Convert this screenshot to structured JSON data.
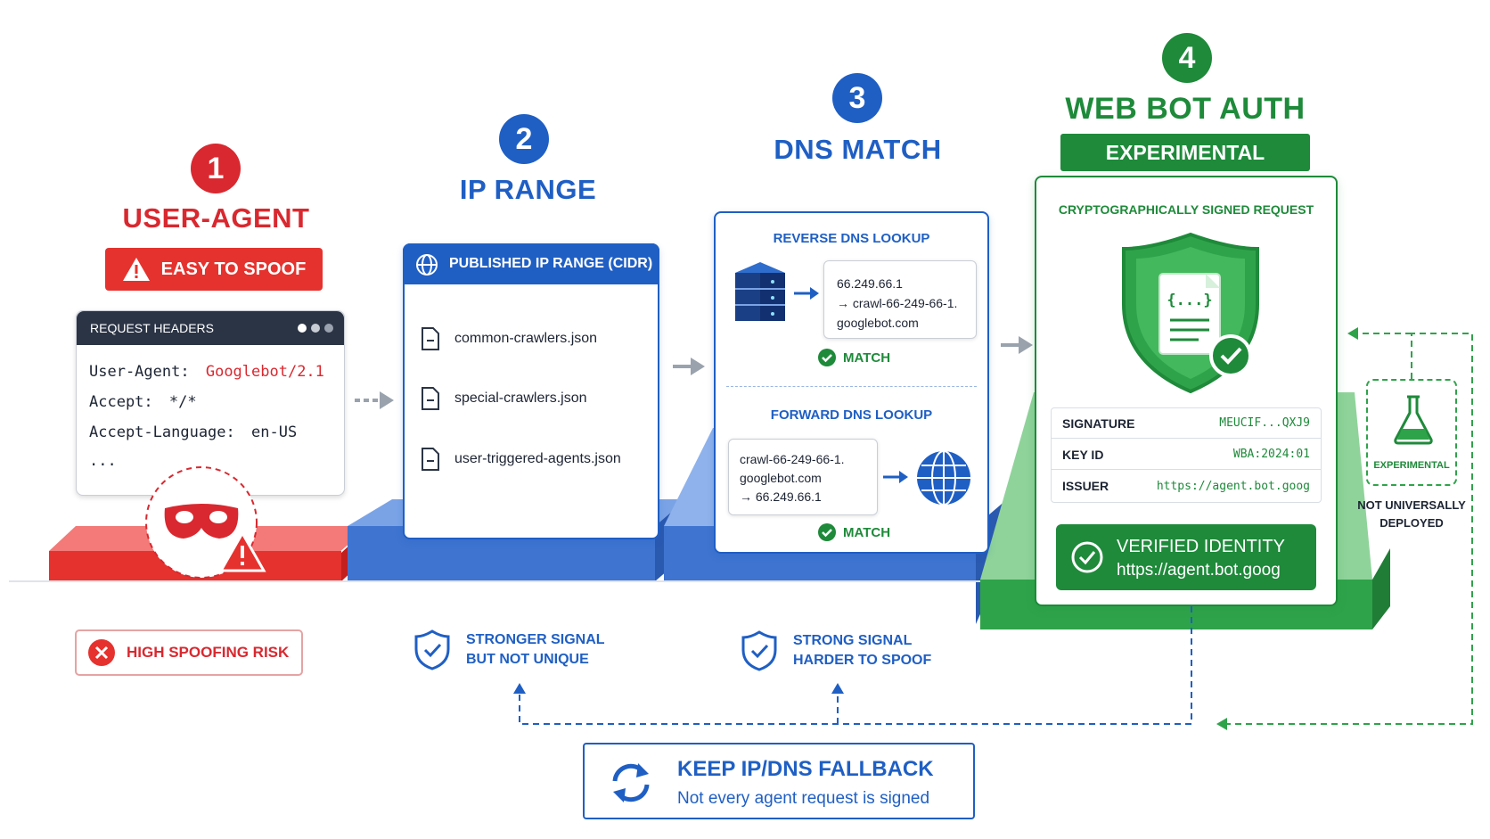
{
  "steps": [
    {
      "number": "1",
      "title": "USER-AGENT",
      "badge": "EASY TO SPOOF"
    },
    {
      "number": "2",
      "title": "IP RANGE"
    },
    {
      "number": "3",
      "title": "DNS MATCH"
    },
    {
      "number": "4",
      "title": "WEB BOT AUTH",
      "badge": "EXPERIMENTAL"
    }
  ],
  "headers_card": {
    "title": "REQUEST HEADERS",
    "lines": [
      {
        "key": "User-Agent:",
        "value": "Googlebot/2.1"
      },
      {
        "key": "Accept:",
        "value": "*/*"
      },
      {
        "key": "Accept-Language:",
        "value": "en-US"
      },
      {
        "key": "...",
        "value": ""
      }
    ]
  },
  "ip_card": {
    "title": "PUBLISHED IP RANGE (CIDR)",
    "files": [
      "common-crawlers.json",
      "special-crawlers.json",
      "user-triggered-agents.json"
    ]
  },
  "dns_card": {
    "reverse_title": "REVERSE DNS LOOKUP",
    "reverse_lines": [
      "66.249.66.1",
      "→ crawl-66-249-66-1.",
      "googlebot.com"
    ],
    "forward_title": "FORWARD DNS LOOKUP",
    "forward_lines": [
      "crawl-66-249-66-1.",
      "googlebot.com",
      "→ 66.249.66.1"
    ],
    "match_label": "MATCH"
  },
  "auth_card": {
    "subtitle": "CRYPTOGRAPHICALLY SIGNED REQUEST",
    "doc_glyph": "{...}",
    "rows": [
      {
        "key": "SIGNATURE",
        "value": "MEUCIF...QXJ9"
      },
      {
        "key": "KEY ID",
        "value": "WBA:2024:01"
      },
      {
        "key": "ISSUER",
        "value": "https://agent.bot.goog"
      }
    ],
    "verified_title": "VERIFIED IDENTITY",
    "verified_url": "https://agent.bot.goog"
  },
  "side_note": {
    "badge": "EXPERIMENTAL",
    "caption_line1": "NOT UNIVERSALLY",
    "caption_line2": "DEPLOYED"
  },
  "signals": [
    {
      "label": "HIGH SPOOFING RISK"
    },
    {
      "line1": "STRONGER SIGNAL",
      "line2": "BUT NOT UNIQUE"
    },
    {
      "line1": "STRONG SIGNAL",
      "line2": "HARDER TO SPOOF"
    }
  ],
  "fallback": {
    "title": "KEEP IP/DNS FALLBACK",
    "subtitle": "Not every agent request is signed"
  },
  "colors": {
    "red": "#d9282f",
    "blue": "#1f5fc4",
    "green": "#1e8a3a",
    "navy": "#2b3445"
  }
}
